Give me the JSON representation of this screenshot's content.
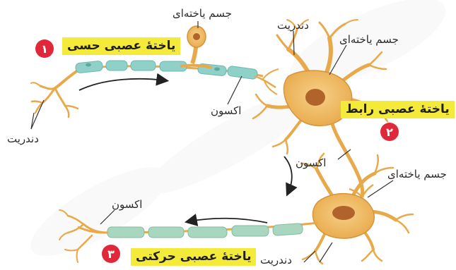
{
  "sensory": {
    "number": "۱",
    "title": "یاختهٔ عصبی حسی"
  },
  "inter": {
    "number": "۲",
    "title": "یاختهٔ عصبی رابط"
  },
  "motor": {
    "number": "۳",
    "title": "یاختهٔ عصبی حرکتی"
  },
  "labels": {
    "cell_body": "جسم یاخته‌ای",
    "dendrite": "دندریت",
    "axon": "اکسون"
  },
  "colors": {
    "cell_body": "#e8a94a",
    "cell_fill": "#f2c373",
    "nucleus": "#b0642c",
    "myelin": "#8fd0c8",
    "myelin_motor": "#a9d6be",
    "banner": "#f4ea3a",
    "badge": "#e0283a"
  }
}
